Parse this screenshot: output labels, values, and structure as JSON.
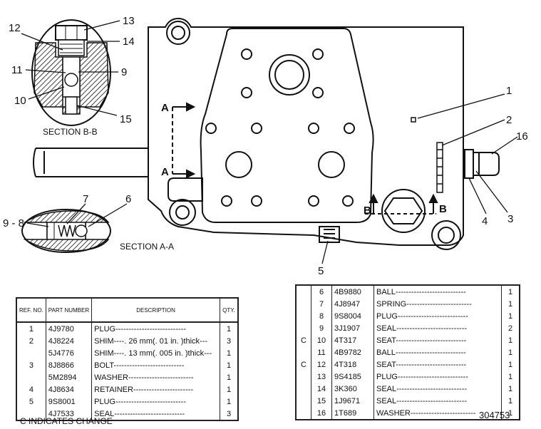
{
  "callouts": {
    "n1": "1",
    "n2": "2",
    "n3": "3",
    "n4": "4",
    "n5": "5",
    "n6": "6",
    "n7": "7",
    "n98": "9 - 8",
    "n9": "9",
    "n10": "10",
    "n11": "11",
    "n12": "12",
    "n13": "13",
    "n14": "14",
    "n15": "15",
    "n16": "16"
  },
  "section_titles": {
    "bb": "SECTION B-B",
    "aa": "SECTION A-A"
  },
  "arrows": {
    "a_top": "A",
    "a_bottom": "A",
    "b_left": "B",
    "b_right": "B"
  },
  "table_left": {
    "headers": {
      "ref": "REF. NO.",
      "part": "PART NUMBER",
      "desc": "DESCRIPTION",
      "qty": "QTY."
    },
    "rows": [
      {
        "chg": "",
        "ref": "1",
        "part": "4J9780",
        "desc": "PLUG---------------------------",
        "qty": "1"
      },
      {
        "chg": "",
        "ref": "2",
        "part": "4J8224",
        "desc": "SHIM----. 26 mm(. 01 in. )thick---",
        "qty": "3"
      },
      {
        "chg": "",
        "ref": "",
        "part": "5J4776",
        "desc": "SHIM----. 13 mm(. 005 in. )thick---",
        "qty": "1"
      },
      {
        "chg": "",
        "ref": "3",
        "part": "8J8866",
        "desc": "BOLT---------------------------",
        "qty": "1"
      },
      {
        "chg": "",
        "ref": "",
        "part": "5M2894",
        "desc": "WASHER-------------------------",
        "qty": "1"
      },
      {
        "chg": "",
        "ref": "4",
        "part": "4J8634",
        "desc": "RETAINER-----------------------",
        "qty": "1"
      },
      {
        "chg": "",
        "ref": "5",
        "part": "9S8001",
        "desc": "PLUG---------------------------",
        "qty": "1"
      },
      {
        "chg": "",
        "ref": "",
        "part": "4J7533",
        "desc": "SEAL---------------------------",
        "qty": "3"
      }
    ]
  },
  "table_right": {
    "rows": [
      {
        "chg": "",
        "ref": "6",
        "part": "4B9880",
        "desc": "BALL---------------------------",
        "qty": "1"
      },
      {
        "chg": "",
        "ref": "7",
        "part": "4J8947",
        "desc": "SPRING-------------------------",
        "qty": "1"
      },
      {
        "chg": "",
        "ref": "8",
        "part": "9S8004",
        "desc": "PLUG---------------------------",
        "qty": "1"
      },
      {
        "chg": "",
        "ref": "9",
        "part": "3J1907",
        "desc": "SEAL---------------------------",
        "qty": "2"
      },
      {
        "chg": "C",
        "ref": "10",
        "part": "4T317",
        "desc": "SEAT---------------------------",
        "qty": "1"
      },
      {
        "chg": "",
        "ref": "11",
        "part": "4B9782",
        "desc": "BALL---------------------------",
        "qty": "1"
      },
      {
        "chg": "C",
        "ref": "12",
        "part": "4T318",
        "desc": "SEAT---------------------------",
        "qty": "1"
      },
      {
        "chg": "",
        "ref": "13",
        "part": "9S4185",
        "desc": "PLUG---------------------------",
        "qty": "1"
      },
      {
        "chg": "",
        "ref": "14",
        "part": "3K360",
        "desc": "SEAL---------------------------",
        "qty": "1"
      },
      {
        "chg": "",
        "ref": "15",
        "part": "1J9671",
        "desc": "SEAL---------------------------",
        "qty": "1"
      },
      {
        "chg": "",
        "ref": "16",
        "part": "1T689",
        "desc": "WASHER-------------------------",
        "qty": "1"
      }
    ]
  },
  "footer": {
    "catalog_no": "304753",
    "legend": "C  INDICATES CHANGE"
  }
}
